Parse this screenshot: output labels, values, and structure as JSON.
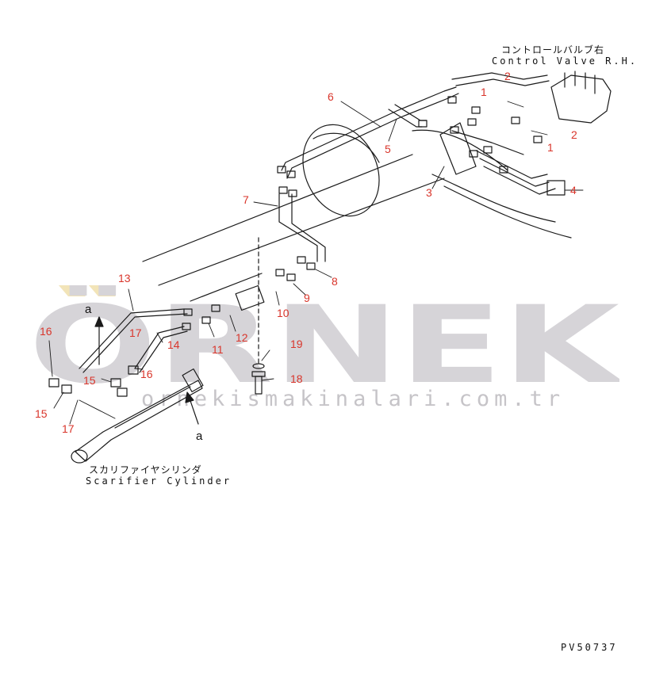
{
  "watermark": {
    "brand": "ÖRNEK",
    "site": "ornekismakinalari.com.tr",
    "color": "#d6d4d8",
    "dots_color": "#f2e4b8"
  },
  "header_labels": {
    "control_valve_jp": "コントロールバルブ右",
    "control_valve_en": "Control Valve R.H.",
    "scarifier_jp": "スカリファイヤシリンダ",
    "scarifier_en": "Scarifier Cylinder",
    "drawing_code": "PV50737"
  },
  "view_markers": {
    "a_top": "a",
    "a_bottom": "a"
  },
  "callouts": {
    "c1a": "1",
    "c1b": "1",
    "c2a": "2",
    "c2b": "2",
    "c3": "3",
    "c4": "4",
    "c5": "5",
    "c6": "6",
    "c7": "7",
    "c8": "8",
    "c9": "9",
    "c10": "10",
    "c11": "11",
    "c12": "12",
    "c13": "13",
    "c14": "14",
    "c15a": "15",
    "c15b": "15",
    "c16a": "16",
    "c16b": "16",
    "c17a": "17",
    "c17b": "17",
    "c18": "18",
    "c19": "19"
  },
  "colors": {
    "line": "#1a1a1a",
    "callout": "#d9352b"
  }
}
